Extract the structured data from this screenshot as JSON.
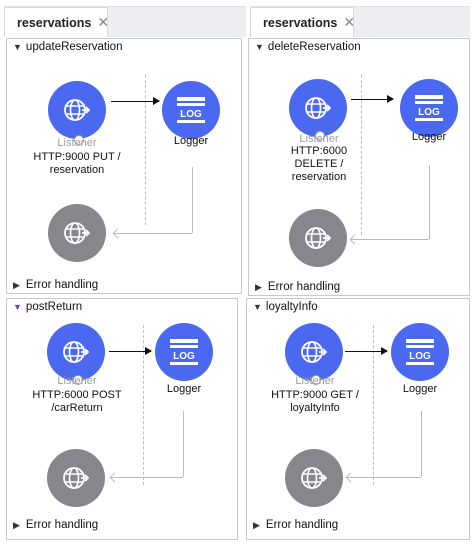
{
  "tabs": [
    {
      "label": "reservations",
      "close": "✕"
    },
    {
      "label": "reservations",
      "close": "✕"
    }
  ],
  "flows": [
    {
      "name": "updateReservation",
      "source_label": "Listener",
      "source_path": "HTTP:9000 PUT /\nreservation",
      "processor_label": "Logger",
      "error_handling": "Error handling"
    },
    {
      "name": "deleteReservation",
      "source_label": "Listener",
      "source_path": "HTTP:6000\nDELETE /\nreservation",
      "processor_label": "Logger",
      "error_handling": "Error handling"
    },
    {
      "name": "postReturn",
      "source_label": "Listener",
      "source_path": "HTTP:6000 POST\n/carReturn",
      "processor_label": "Logger",
      "error_handling": "Error handling"
    },
    {
      "name": "loyaltyInfo",
      "source_label": "Listener",
      "source_path": "HTTP:9000 GET /\nloyaltyInfo",
      "processor_label": "Logger",
      "error_handling": "Error handling"
    }
  ],
  "icons": {
    "tab": "mule-icon",
    "source": "globe-listener-icon",
    "logger": "log-icon",
    "response": "globe-response-icon",
    "expand": "triangle-icon"
  },
  "colors": {
    "component_blue": "#4b68f0",
    "response_gray": "#85878c",
    "flow_toggle_purple": "#7b3fbf"
  }
}
